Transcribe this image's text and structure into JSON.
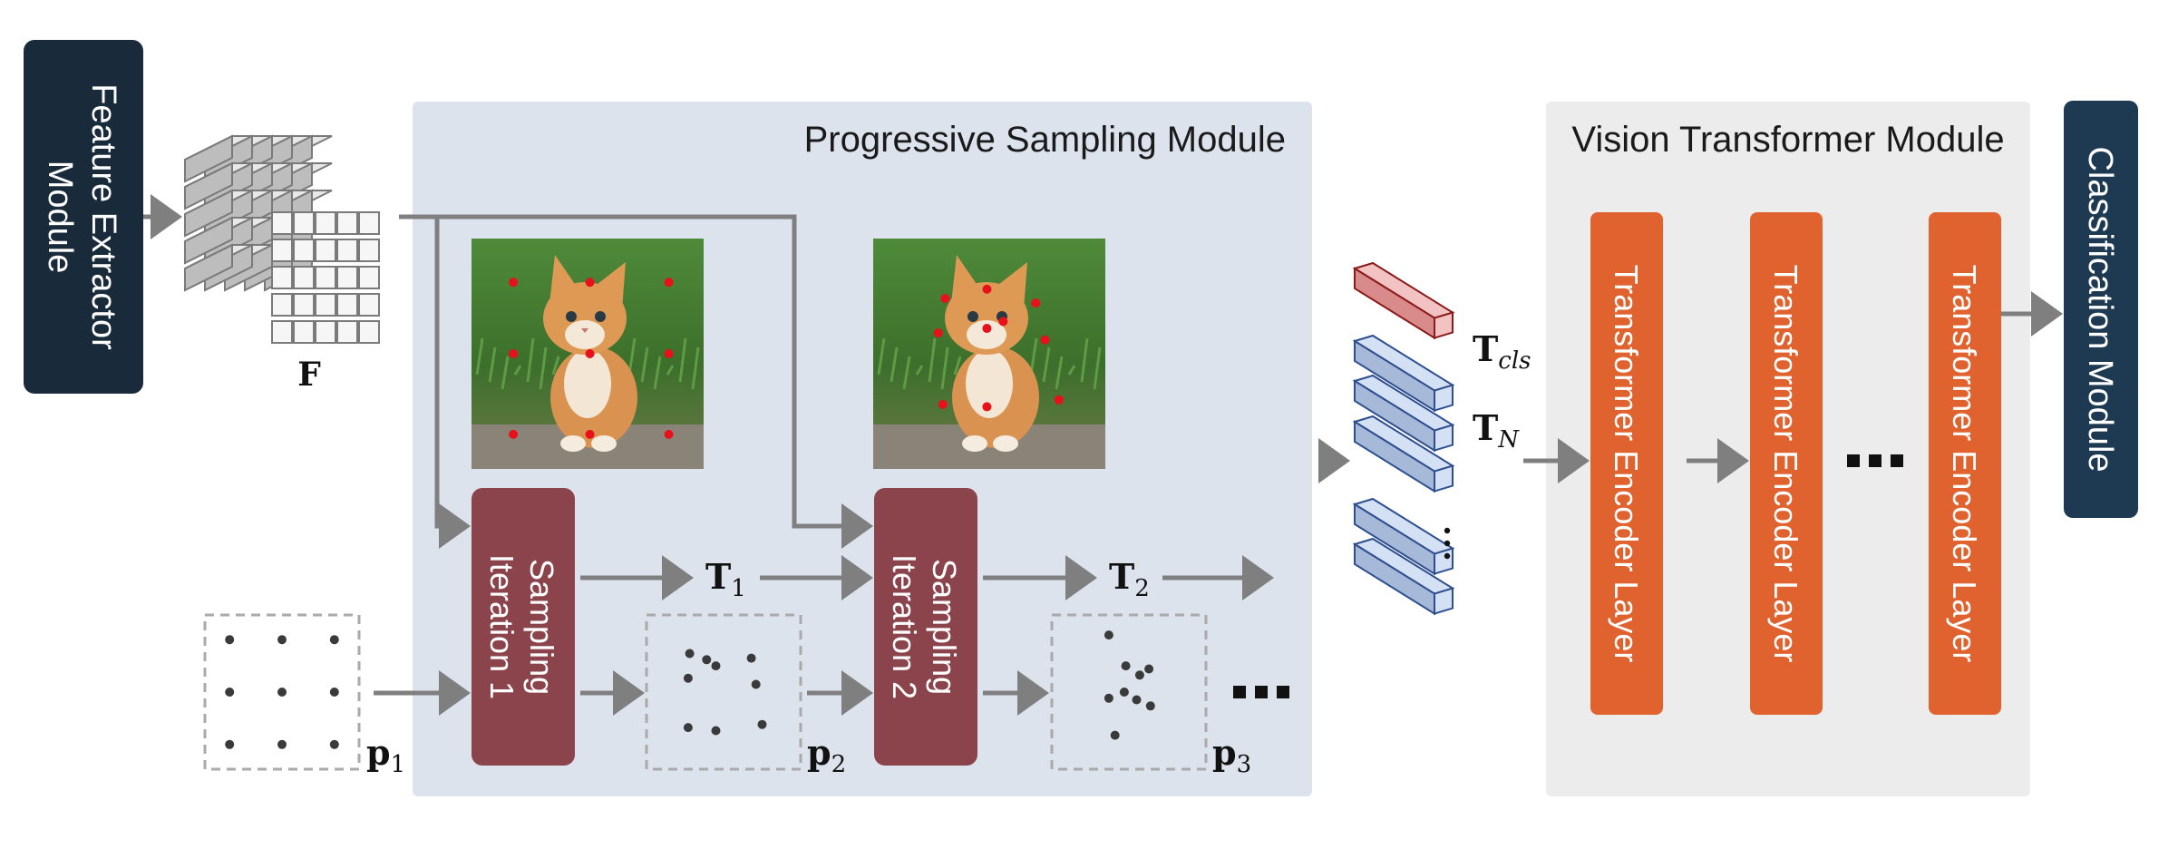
{
  "colors": {
    "dark_module": "#192a3a",
    "classification_module": "#1e3a52",
    "sampling_block": "#8b434c",
    "encoder_block": "#e0622f",
    "psm_panel": "#dde3ec",
    "vtm_panel": "#ececec",
    "arrow": "#7f7f7f",
    "sample_point": "#e8101a"
  },
  "modules": {
    "feature_extractor": [
      "Feature Extractor",
      "Module"
    ],
    "classification": "Classification Module"
  },
  "panels": {
    "progressive_sampling": "Progressive Sampling Module",
    "vision_transformer": "Vision Transformer Module"
  },
  "sampling_iterations": [
    [
      "Sampling",
      "Iteration 1"
    ],
    [
      "Sampling",
      "Iteration 2"
    ]
  ],
  "encoder_layers": [
    "Transformer Encoder Layer",
    "Transformer Encoder Layer",
    "Transformer Encoder Layer"
  ],
  "labels": {
    "feature_map": "F",
    "t1": {
      "base": "T",
      "sub": "1"
    },
    "t2": {
      "base": "T",
      "sub": "2"
    },
    "tcls": {
      "base": "T",
      "sub": "cls"
    },
    "tn": {
      "base": "T",
      "sub": "N"
    },
    "p1": {
      "base": "p",
      "sub": "1"
    },
    "p2": {
      "base": "p",
      "sub": "2"
    },
    "p3": {
      "base": "p",
      "sub": "3"
    }
  },
  "icons": {
    "ellipsis": "ellipsis-icon",
    "kitten_image": "kitten-photo-icon",
    "token_block": "token-cuboid-icon"
  }
}
